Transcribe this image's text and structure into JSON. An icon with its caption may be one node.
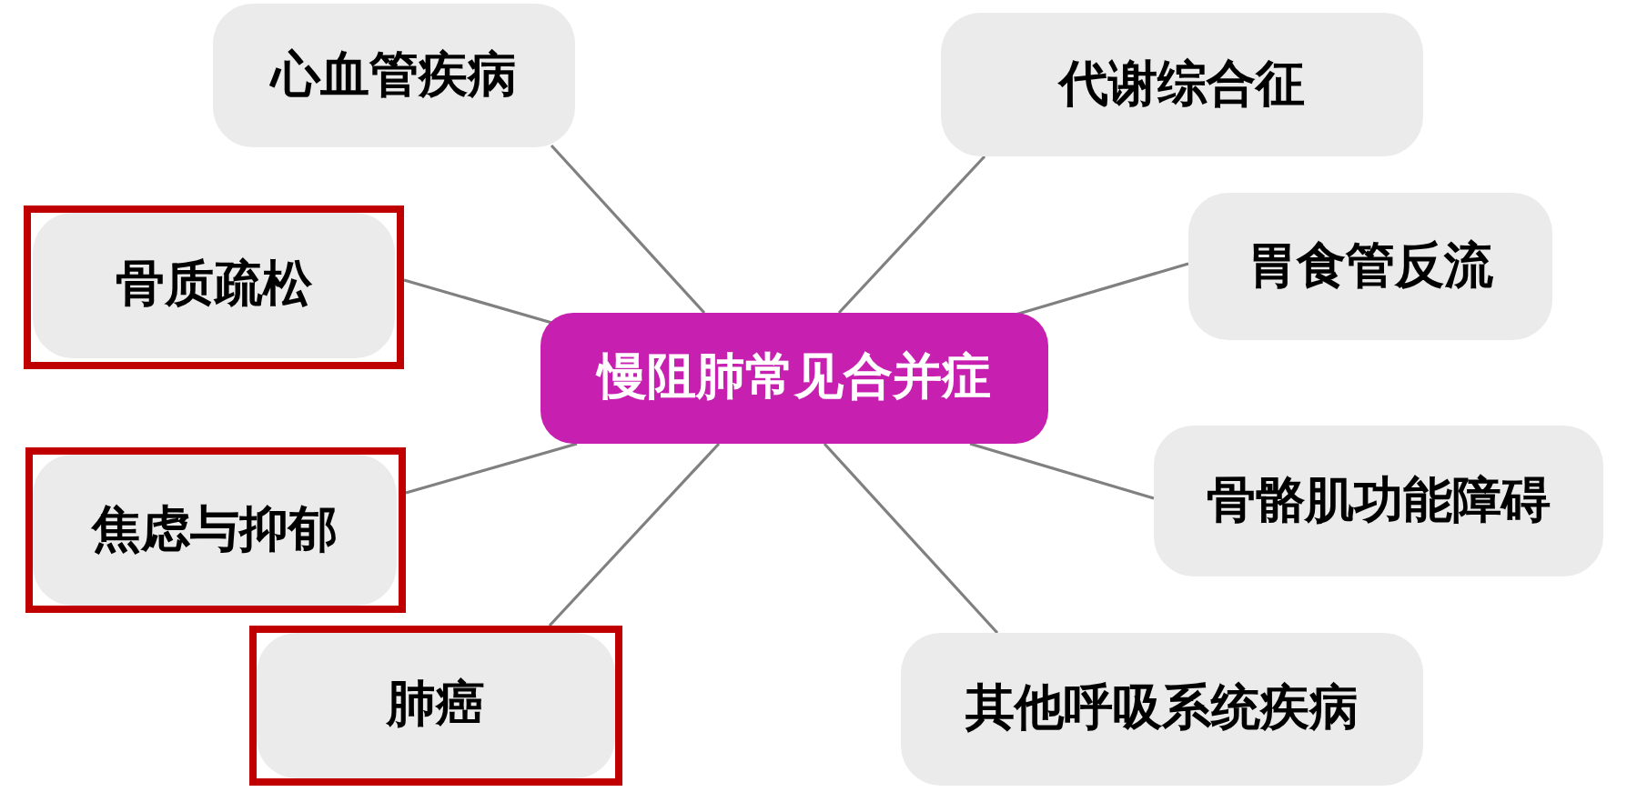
{
  "diagram": {
    "nodes": [
      {
        "text": [
          "慢阻肺常见合并症"
        ]
      },
      {
        "text": [
          "心血管疾病"
        ]
      },
      {
        "text": [
          "代谢综合征"
        ]
      },
      {
        "text": [],
        "shape": "box"
      },
      {
        "text": [
          "骨质疏松"
        ],
        "in": 3
      },
      {
        "text": [
          "胃食管反流"
        ]
      },
      {
        "text": [],
        "shape": "box"
      },
      {
        "text": [
          "焦虑与抑郁"
        ],
        "in": 6
      },
      {
        "text": [
          "骨骼肌功能障碍"
        ]
      },
      {
        "text": [],
        "shape": "box"
      },
      {
        "text": [
          "肺癌"
        ],
        "in": 9
      },
      {
        "text": [
          "其他呼吸系统疾病"
        ]
      }
    ],
    "edges": [
      {
        "from": 0,
        "to": 1,
        "arrow": "none"
      },
      {
        "from": 0,
        "to": 2,
        "arrow": "none"
      },
      {
        "from": 0,
        "to": 4,
        "arrow": "none"
      },
      {
        "from": 0,
        "to": 5,
        "arrow": "none"
      },
      {
        "from": 0,
        "to": 7,
        "arrow": "none"
      },
      {
        "from": 0,
        "to": 8,
        "arrow": "none"
      },
      {
        "from": 0,
        "to": 10,
        "arrow": "none"
      },
      {
        "from": 0,
        "to": 11,
        "arrow": "none"
      }
    ]
  }
}
